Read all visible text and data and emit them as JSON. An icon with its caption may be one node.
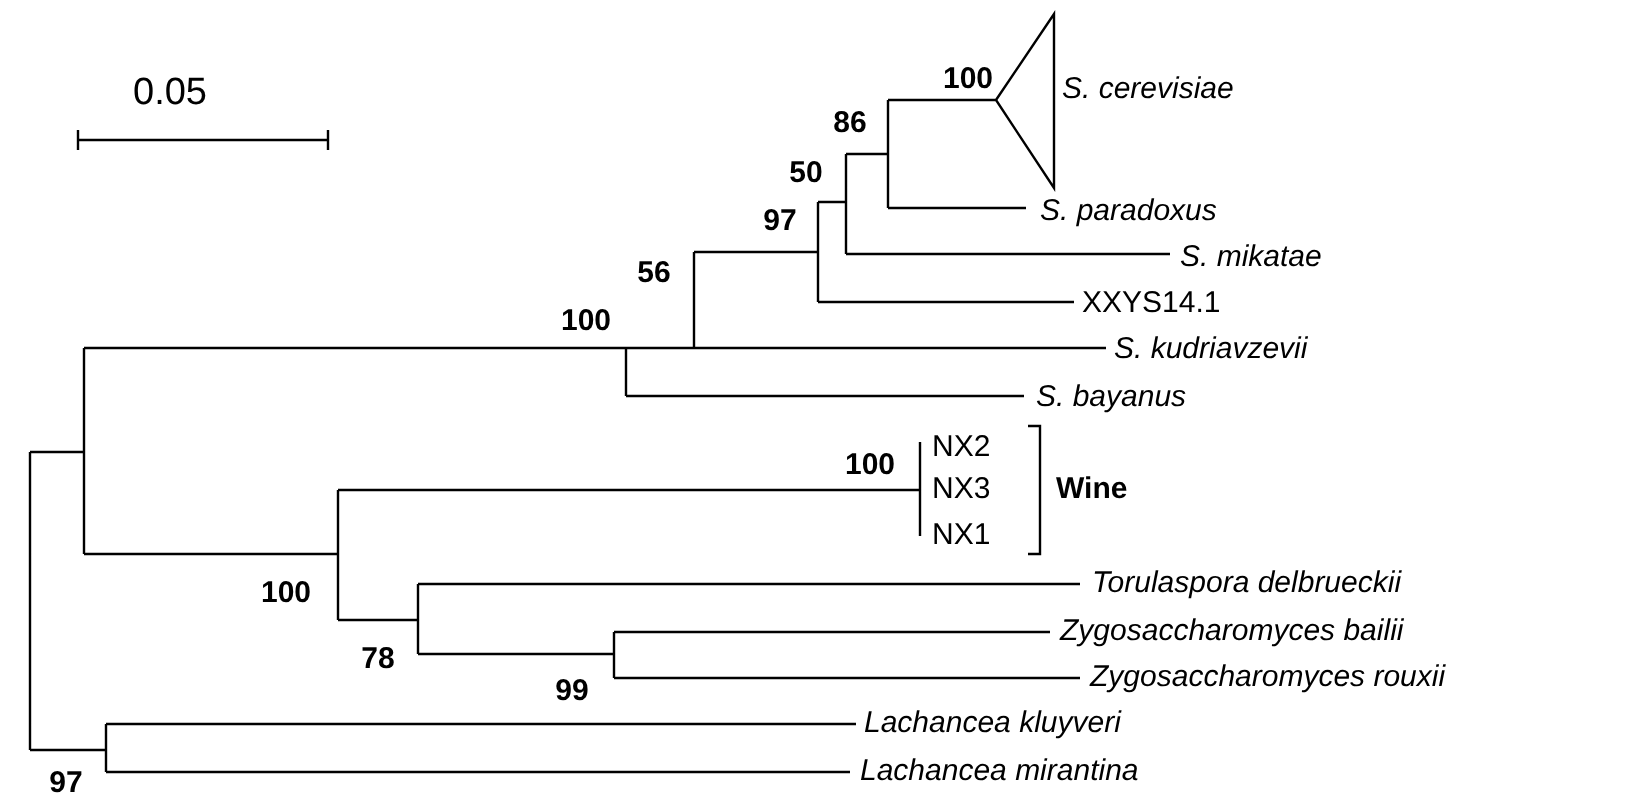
{
  "diagram": {
    "labels": [
      "0.05",
      "100",
      "S. cerevisiae",
      "86",
      "50",
      "S. paradoxus",
      "97",
      "S. mikatae",
      "56",
      "XXYS14.1",
      "100",
      "S. kudriavzevii",
      "S. bayanus",
      "NX2",
      "100",
      "NX3",
      "Wine",
      "NX1",
      "Torulaspora delbrueckii",
      "100",
      "Zygosaccharomyces bailii",
      "78",
      "Zygosaccharomyces rouxii",
      "99",
      "Lachancea kluyveri",
      "Lachancea mirantina",
      "97"
    ]
  }
}
